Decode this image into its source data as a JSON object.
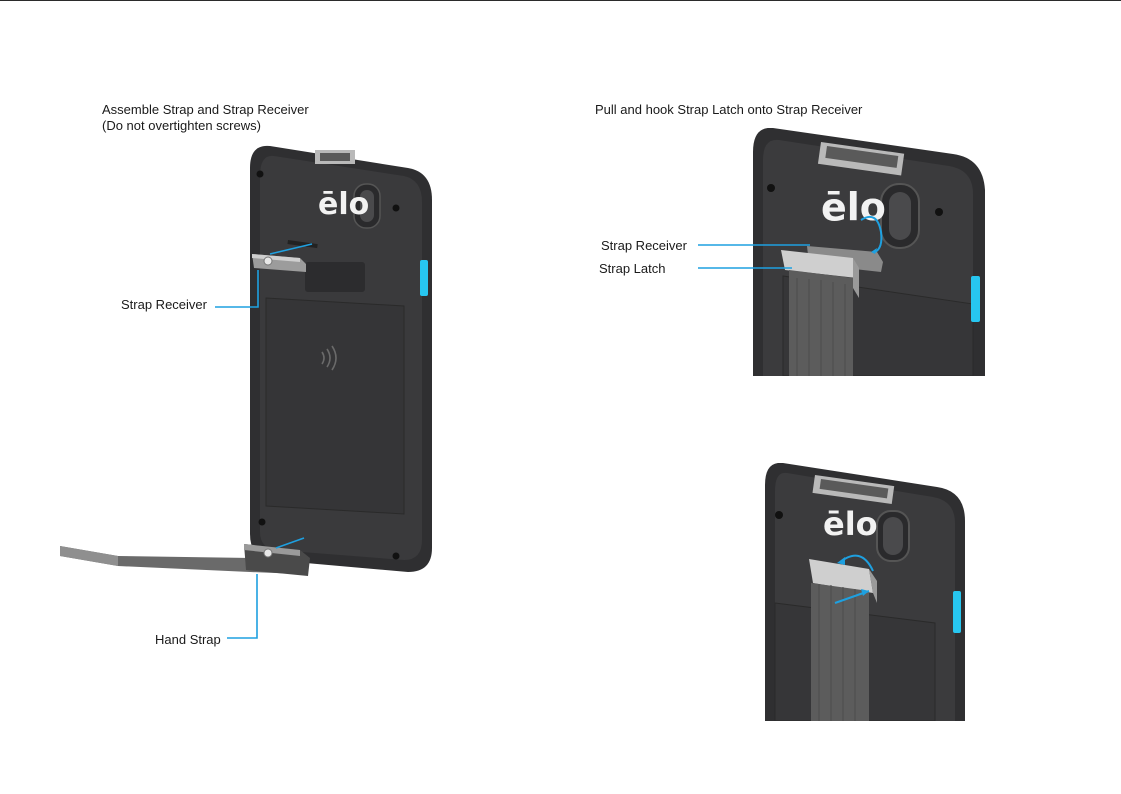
{
  "left_panel": {
    "title_line1": "Assemble Strap and Strap Receiver",
    "title_line2": "(Do not overtighten screws)",
    "callout_strap_receiver": "Strap Receiver",
    "callout_hand_strap": "Hand Strap",
    "logo_text": "ēlo"
  },
  "right_panel": {
    "title": "Pull and hook Strap Latch onto Strap Receiver",
    "callout_strap_receiver": "Strap Receiver",
    "callout_strap_latch": "Strap Latch",
    "logo_text": "ēlo",
    "logo_text_lower": "ēlo"
  },
  "colors": {
    "callout_line": "#1ea0e0",
    "device_body": "#333335",
    "side_button": "#27c6f0"
  }
}
